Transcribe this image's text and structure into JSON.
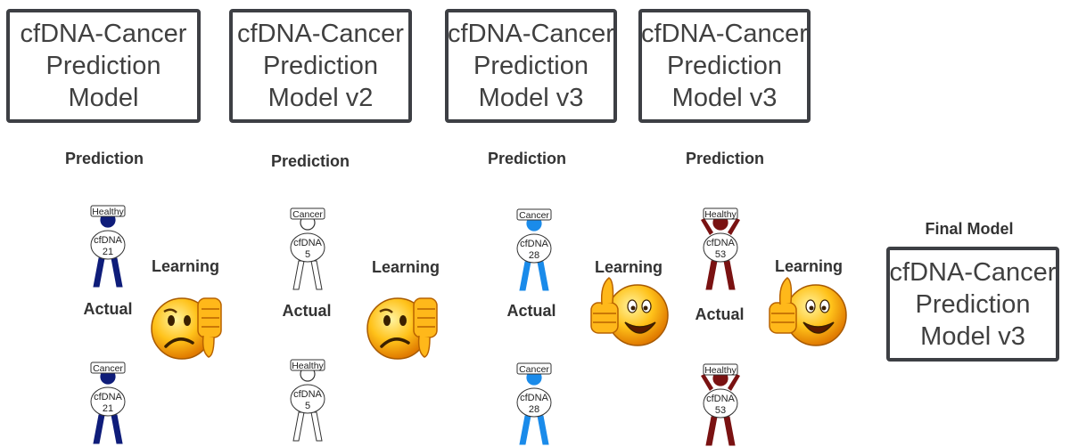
{
  "models": [
    {
      "lines": [
        "cfDNA-Cancer",
        "Prediction",
        "Model"
      ]
    },
    {
      "lines": [
        "cfDNA-Cancer",
        "Prediction",
        "Model v2"
      ]
    },
    {
      "lines": [
        "cfDNA-Cancer",
        "Prediction",
        "Model v3"
      ]
    },
    {
      "lines": [
        "cfDNA-Cancer",
        "Prediction",
        "Model v3"
      ]
    }
  ],
  "final_model": {
    "title": "Final Model",
    "lines": [
      "cfDNA-Cancer",
      "Prediction",
      "Model v3"
    ]
  },
  "labels": {
    "prediction": "Prediction",
    "actual": "Actual",
    "learning": "Learning"
  },
  "columns": [
    {
      "prediction": {
        "tag": "Healthy",
        "line1": "cfDNA",
        "line2": "21",
        "color": "#0f1d7a",
        "pose": "down"
      },
      "actual": {
        "tag": "Cancer",
        "line1": "cfDNA",
        "line2": "21",
        "color": "#0f1d7a",
        "pose": "down"
      },
      "feedback": "thumbs-down"
    },
    {
      "prediction": {
        "tag": "Cancer",
        "line1": "cfDNA",
        "line2": "5",
        "color": "#ffffff",
        "pose": "down"
      },
      "actual": {
        "tag": "Healthy",
        "line1": "cfDNA",
        "line2": "5",
        "color": "#ffffff",
        "pose": "down"
      },
      "feedback": "thumbs-down"
    },
    {
      "prediction": {
        "tag": "Cancer",
        "line1": "cfDNA",
        "line2": "28",
        "color": "#1a8bea",
        "pose": "down"
      },
      "actual": {
        "tag": "Cancer",
        "line1": "cfDNA",
        "line2": "28",
        "color": "#1a8bea",
        "pose": "down"
      },
      "feedback": "thumbs-up"
    },
    {
      "prediction": {
        "tag": "Healthy",
        "line1": "cfDNA",
        "line2": "53",
        "color": "#7a1212",
        "pose": "up"
      },
      "actual": {
        "tag": "Healthy",
        "line1": "cfDNA",
        "line2": "53",
        "color": "#7a1212",
        "pose": "up"
      },
      "feedback": "thumbs-up"
    }
  ]
}
